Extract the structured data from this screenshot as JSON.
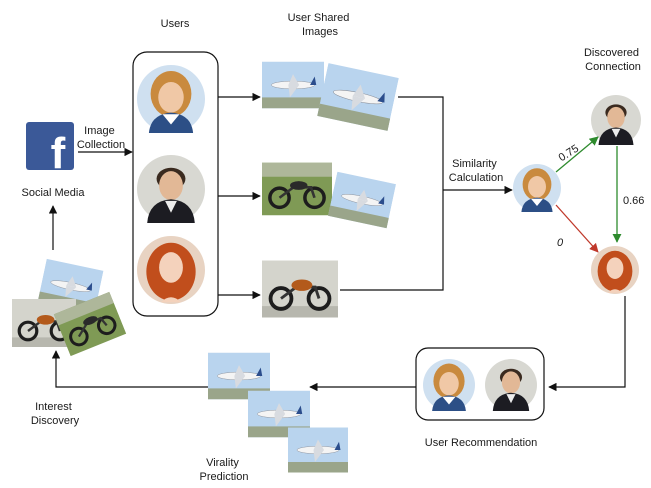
{
  "labels": {
    "users": "Users",
    "shared_images": [
      "User Shared",
      "Images"
    ],
    "image_collection": [
      "Image",
      "Collection"
    ],
    "social_media": "Social Media",
    "similarity": [
      "Similarity",
      "Calculation"
    ],
    "discovered": [
      "Discovered",
      "Connection"
    ],
    "user_recommendation": "User Recommendation",
    "interest_discovery": [
      "Interest",
      "Discovery"
    ],
    "virality_prediction": [
      "Virality",
      "Prediction"
    ]
  },
  "edge_weights": {
    "w1": "0.75",
    "w2": "0.66",
    "w3": "0"
  },
  "icons": {
    "facebook": "f"
  },
  "colors": {
    "facebook_blue": "#3b5998",
    "edge_green": "#2e8b2e",
    "edge_red": "#c0392b",
    "sky": "#b9d4ee",
    "grass": "#7f9a55"
  }
}
